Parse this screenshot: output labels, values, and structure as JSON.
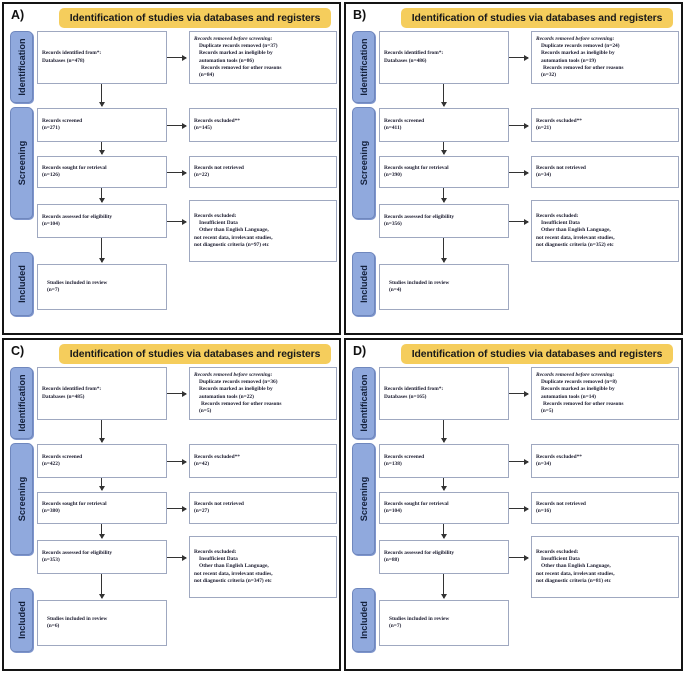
{
  "figure": {
    "type": "prisma-flow-diagram-multipanel",
    "panel_count": 4,
    "colors": {
      "banner": "#F5CD5C",
      "stage_tab": "#90A9DD",
      "box_border": "#9FA8C0",
      "panel_border": "#141414",
      "arrow": "#333333",
      "background": "#FFFFFF"
    }
  },
  "common": {
    "banner_title": "Identification of studies via databases and registers",
    "stages": {
      "identification": "Identification",
      "screening": "Screening",
      "included": "Included"
    },
    "labels": {
      "identified_from": "Records identified from*:",
      "databases_prefix": "Databases",
      "removed_before_screening": "Records removed before screening:",
      "duplicate_removed": "Duplicate records removed",
      "marked_ineligible": "Records marked as ineligible  by",
      "automation_tools": "automation tools",
      "removed_other_reasons": "Records removed for other reasons",
      "records_screened": "Records screened",
      "records_excluded": "Records excluded**",
      "sought_for_retrieval": "Records sought for retrieval",
      "not_retrieved": "Records not retrieved",
      "assessed_for_eligibility": "Records assessed for eligibility",
      "excluded_heading": "Records excluded:",
      "excluded_reason_1": "Insufficient Data",
      "excluded_reason_2": "Other than English  Language,",
      "excluded_reason_3": "not recent data, irrelevant studies,",
      "excluded_reason_4_prefix": "not diagnostic criteria",
      "excluded_reason_4_suffix": "etc",
      "studies_included": "Studies included in review"
    }
  },
  "panels": [
    {
      "letter": "A)",
      "databases_n": "(n=478)",
      "duplicate_n": "(n=37)",
      "automation_n": "(n=86)",
      "other_reasons_n": "(n=84)",
      "screened_n": "(n=271)",
      "excluded_screen_n": "(n=145)",
      "sought_n": "(n=126)",
      "not_retrieved_n": "(n=22)",
      "assessed_n": "(n=104)",
      "excluded_eligibility_n": "(n=97)",
      "included_n": "(n=7)"
    },
    {
      "letter": "B)",
      "databases_n": "(n=486)",
      "duplicate_n": "(n=24)",
      "automation_n": "(n=19)",
      "other_reasons_n": "(n=32)",
      "screened_n": "(n=411)",
      "excluded_screen_n": "(n=21)",
      "sought_n": "(n=390)",
      "not_retrieved_n": "(n=34)",
      "assessed_n": "(n=356)",
      "excluded_eligibility_n": "(n=352)",
      "included_n": "(n=4)"
    },
    {
      "letter": "C)",
      "databases_n": "(n=485)",
      "duplicate_n": "(n=36)",
      "automation_n": "(n=22)",
      "other_reasons_n": "(n=5)",
      "screened_n": "(n=422)",
      "excluded_screen_n": "(n=42)",
      "sought_n": "(n=380)",
      "not_retrieved_n": "(n=27)",
      "assessed_n": "(n=353)",
      "excluded_eligibility_n": "(n=347)",
      "included_n": "(n=6)"
    },
    {
      "letter": "D)",
      "databases_n": "(n=165)",
      "duplicate_n": "(n=8)",
      "automation_n": "(n=14)",
      "other_reasons_n": "(n=5)",
      "screened_n": "(n=138)",
      "excluded_screen_n": "(n=34)",
      "sought_n": "(n=104)",
      "not_retrieved_n": "(n=16)",
      "assessed_n": "(n=88)",
      "excluded_eligibility_n": "(n=81)",
      "included_n": "(n=7)"
    }
  ]
}
